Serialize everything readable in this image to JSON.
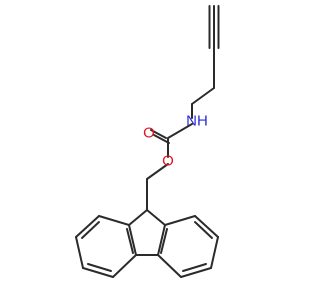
{
  "molecule": {
    "atoms": {
      "o_carbonyl": {
        "symbol": "O",
        "color": "#e0141e"
      },
      "o_ester": {
        "symbol": "O",
        "color": "#e0141e"
      },
      "nh": {
        "symbol": "NH",
        "color": "#2a2ad8"
      }
    },
    "bond_color": "#2b2b2b"
  }
}
